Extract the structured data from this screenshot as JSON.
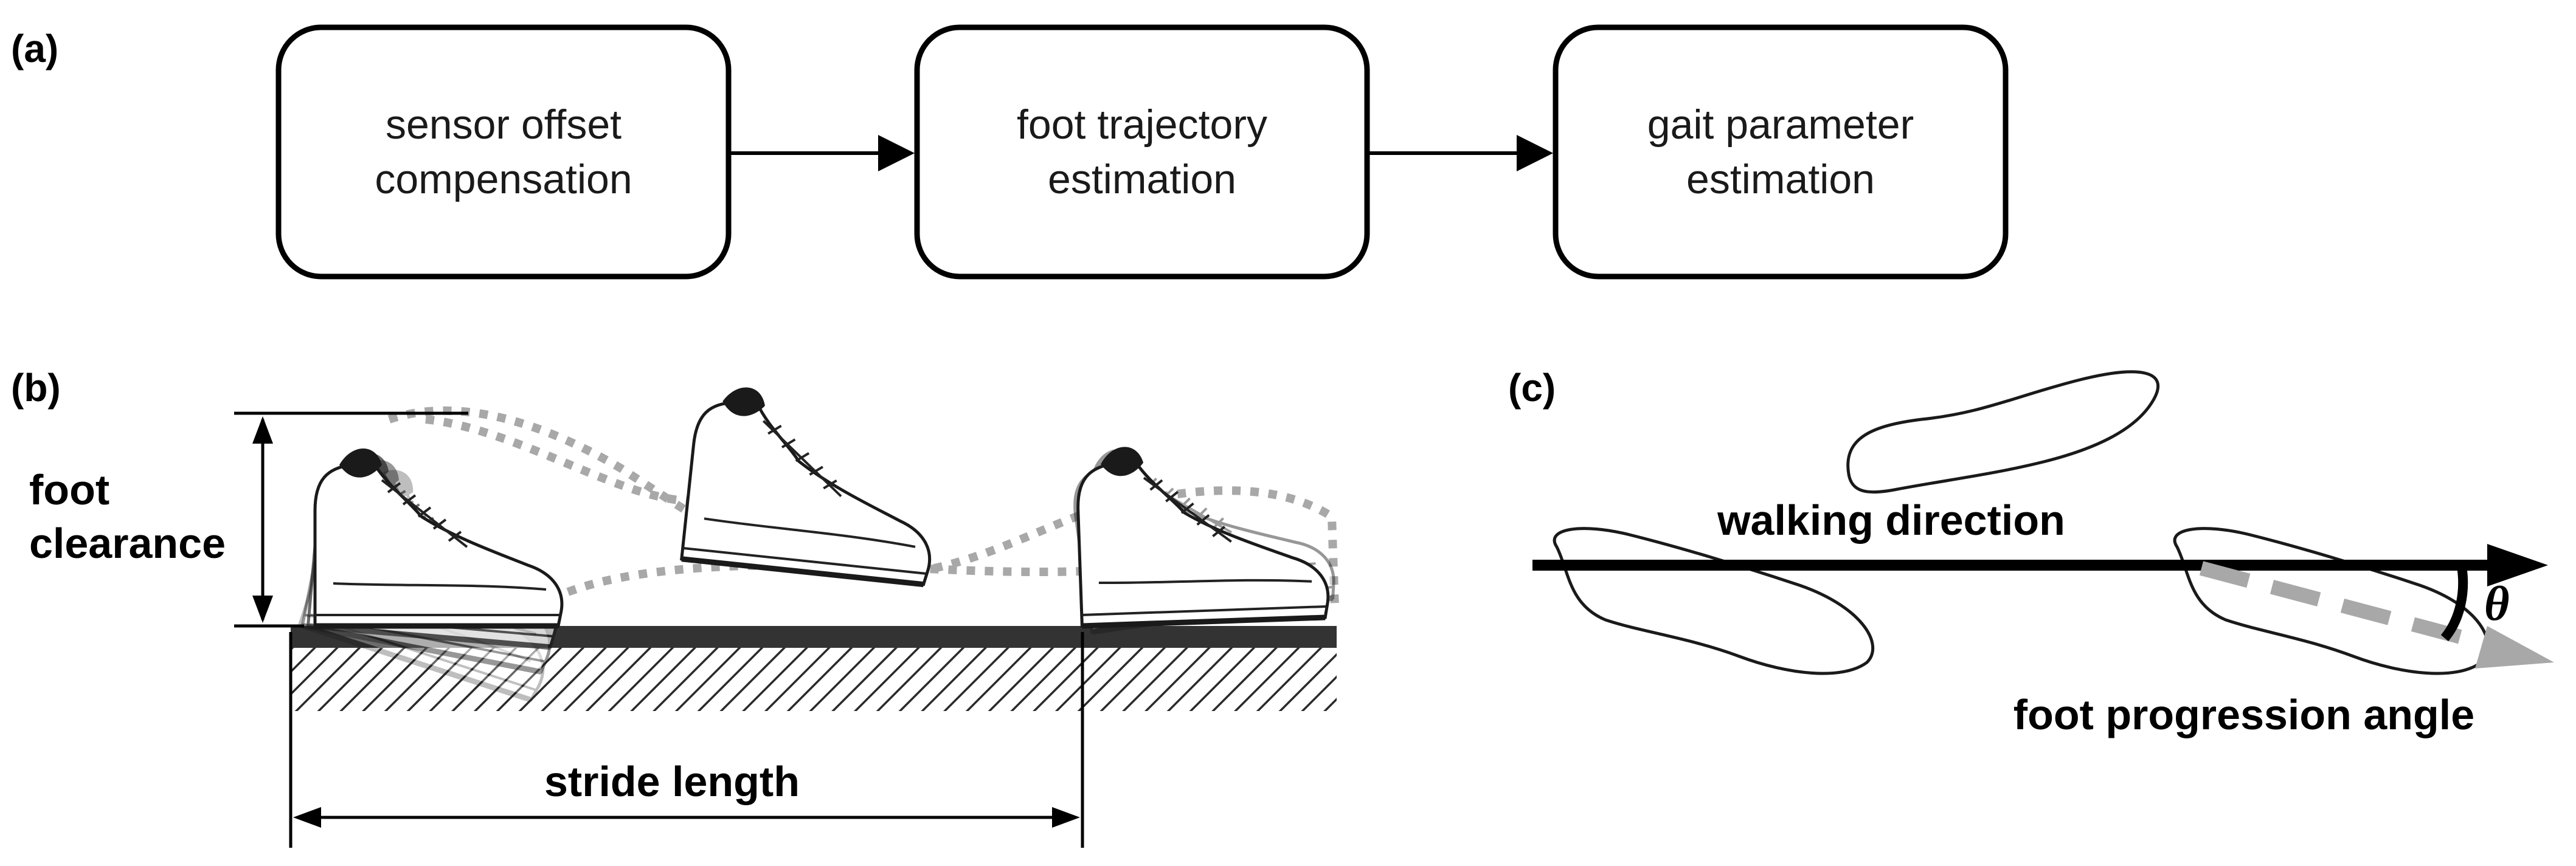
{
  "panels": {
    "a": {
      "label": "(a)",
      "boxes": [
        {
          "line1": "sensor offset",
          "line2": "compensation"
        },
        {
          "line1": "foot trajectory",
          "line2": "estimation"
        },
        {
          "line1": "gait parameter",
          "line2": "estimation"
        }
      ]
    },
    "b": {
      "label": "(b)",
      "foot_clearance": {
        "line1": "foot",
        "line2": "clearance"
      },
      "stride_length": "stride length"
    },
    "c": {
      "label": "(c)",
      "walking_direction": "walking direction",
      "foot_progression_angle": "foot progression angle",
      "theta": "θ"
    }
  },
  "colors": {
    "box_stroke": "#000000",
    "trajectory": "#a8a8a8",
    "ground": "#333333",
    "fpa_arrow": "#a8a8a8"
  }
}
